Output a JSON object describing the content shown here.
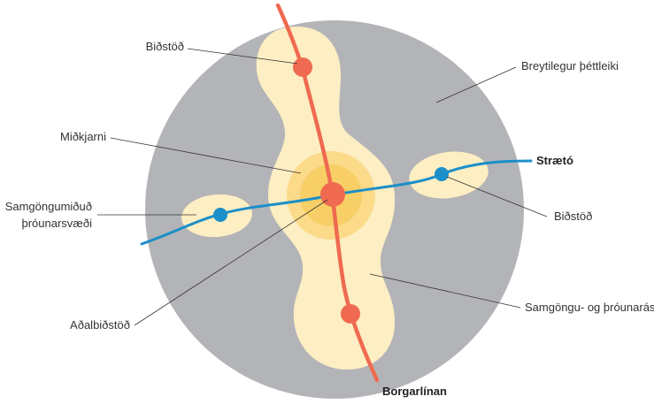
{
  "labels": {
    "bus_stop_top": "Biðstöð",
    "variable_density": "Breytilegur þéttleiki",
    "core": "Miðkjarni",
    "bus": "Strætó",
    "transit_area_line1": "Samgöngumiðuð",
    "transit_area_line2": "þróunarsvæði",
    "bus_stop_right": "Biðstöð",
    "main_station": "Aðalbiðstöð",
    "transit_axis": "Samgöngu- og þróunarás",
    "brt": "Borgarlínan"
  },
  "colors": {
    "background_circle": "#b3b4b7",
    "development_zone": "#fdeec3",
    "core_outer": "#fbda8a",
    "core_inner": "#f8cf66",
    "brt_line": "#ef6a50",
    "bus_line": "#1b8fc9",
    "text": "#333333"
  }
}
